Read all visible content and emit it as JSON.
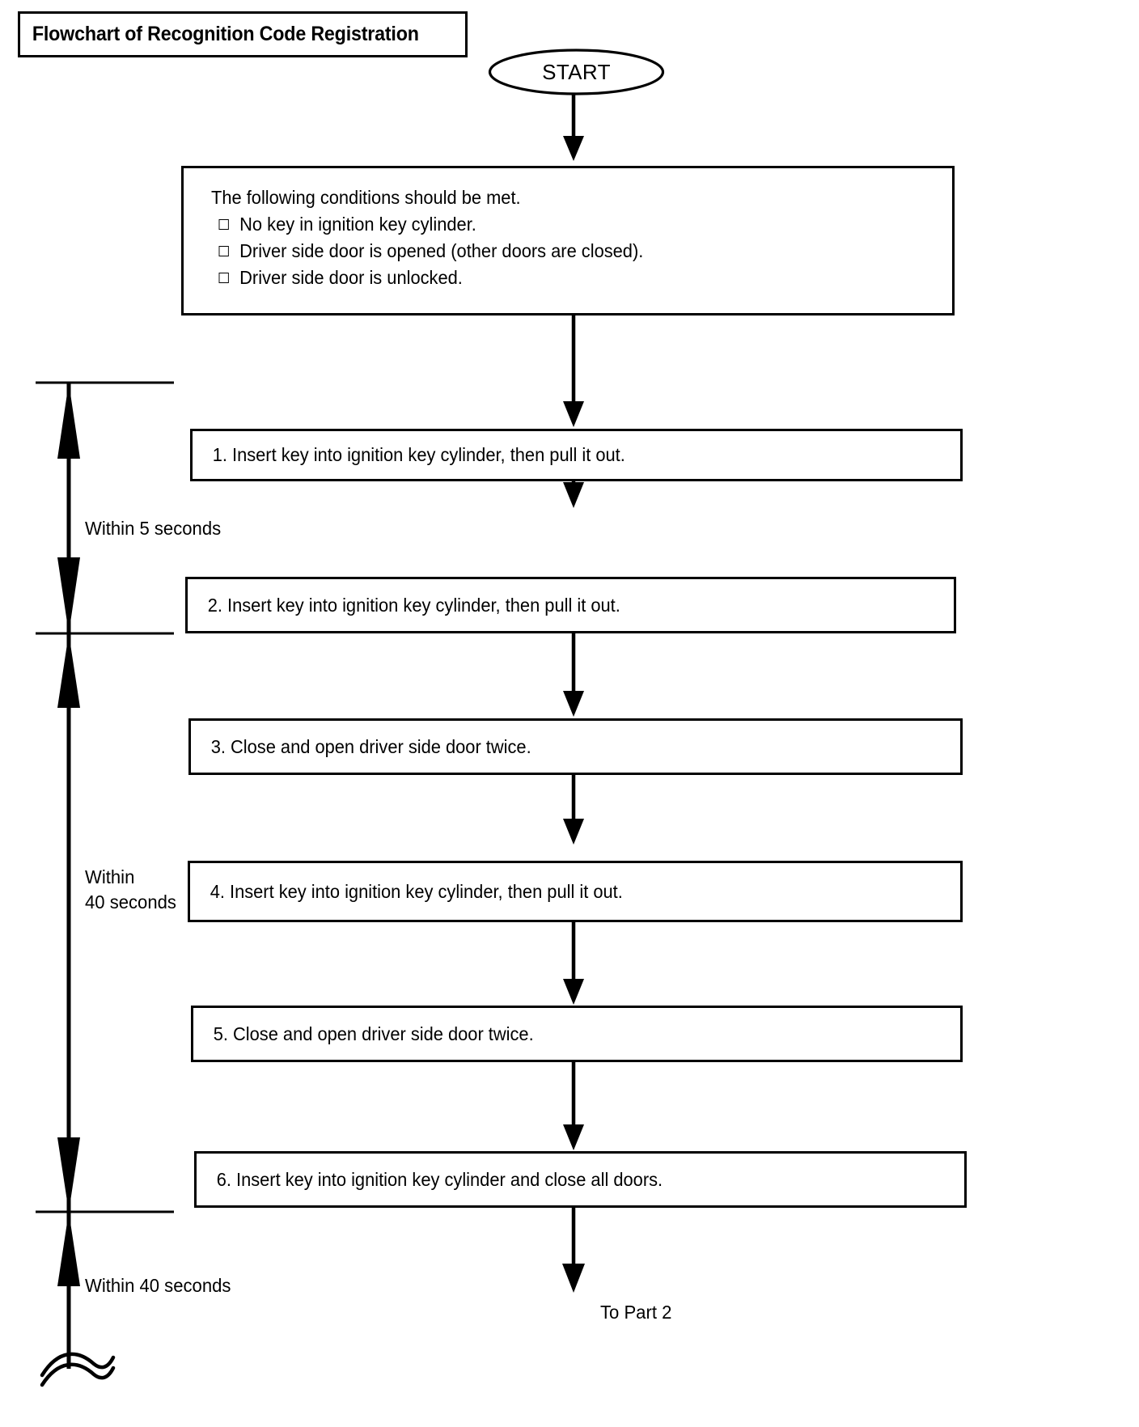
{
  "title": {
    "text": "Flowchart of Recognition Code Registration"
  },
  "terminator": {
    "start_label": "START"
  },
  "conditions": {
    "heading": "The following conditions should be met.",
    "items": [
      "No key in ignition key cylinder.",
      "Driver side door is opened (other doors are closed).",
      "Driver side door is unlocked."
    ]
  },
  "steps": [
    {
      "text": "1. Insert key into ignition key cylinder, then pull it out."
    },
    {
      "text": "2. Insert key into ignition key cylinder, then pull it out."
    },
    {
      "text": "3. Close and open driver side door twice."
    },
    {
      "text": "4. Insert key into ignition key cylinder, then pull it out."
    },
    {
      "text": "5. Close and open driver side door twice."
    },
    {
      "text": "6. Insert key into ignition key cylinder and close all doors."
    }
  ],
  "timing": {
    "within_5": "Within 5 seconds",
    "within_40_line1": "Within",
    "within_40_line2": "40 seconds",
    "within_40_bottom": "Within 40 seconds"
  },
  "flow_end": {
    "label": "To Part 2"
  },
  "colors": {
    "stroke": "#000000",
    "background": "#ffffff"
  }
}
